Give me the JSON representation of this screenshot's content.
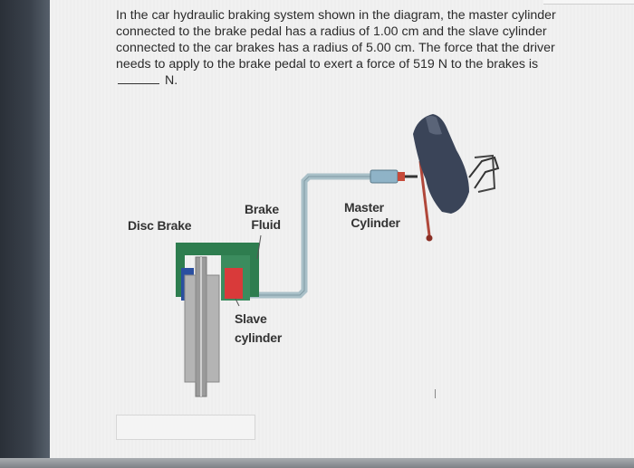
{
  "question": {
    "text_before": "In the car hydraulic braking system shown in the diagram, the master cylinder connected to the brake pedal has a radius of 1.00 cm and the slave cylinder connected to the car brakes has a radius of 5.00 cm.  The force that the driver needs to apply to the brake pedal to exert a force of 519 N to the brakes is",
    "text_after": "N."
  },
  "diagram": {
    "labels": {
      "disc_brake": "Disc Brake",
      "brake_fluid": "Brake\n  Fluid",
      "master_cylinder": "Master\n  Cylinder",
      "slave_cylinder": "Slave\ncylinder"
    },
    "colors": {
      "fluid_line": "#a9c0c8",
      "housing_green": "#2e7d4f",
      "piston_blue": "#2a4fa0",
      "piston_red": "#d93a3a",
      "disc_gray": "#b4b4b4",
      "shoe": "#2f3f5a",
      "pedal_arm": "#b0473a"
    }
  },
  "answer": {
    "value": ""
  }
}
